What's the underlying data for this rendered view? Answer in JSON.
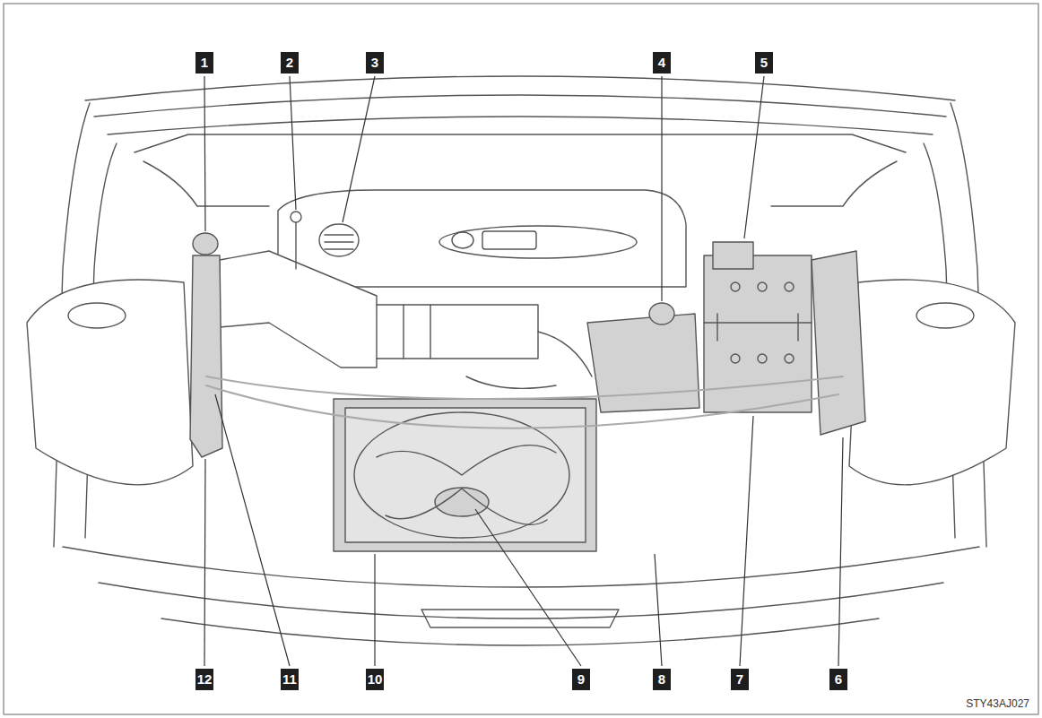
{
  "diagram": {
    "labels": [
      "1",
      "2",
      "3",
      "4",
      "5",
      "12",
      "11",
      "10",
      "9",
      "8",
      "7",
      "6",
      "STY43AJ027"
    ]
  }
}
